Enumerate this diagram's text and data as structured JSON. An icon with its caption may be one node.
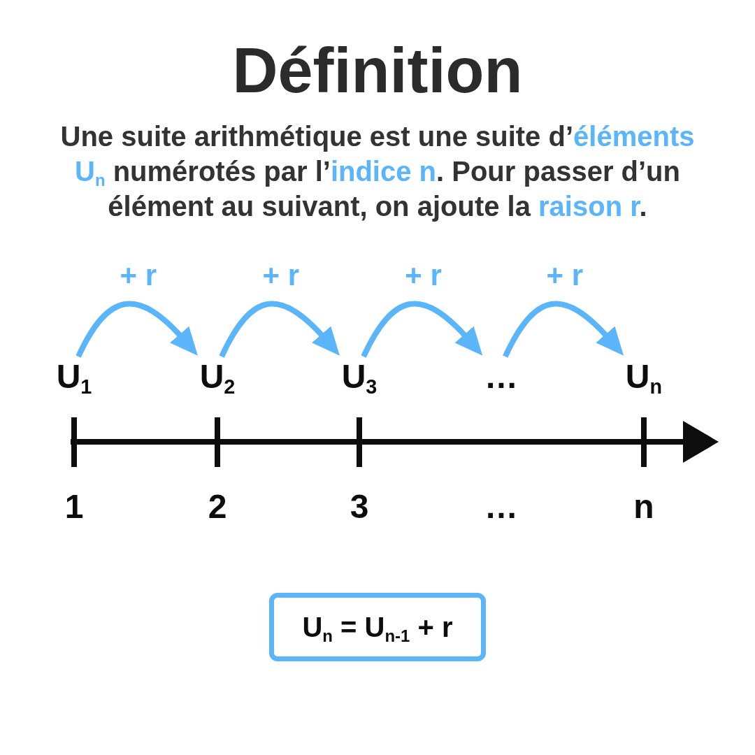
{
  "diagram": {
    "title": "Définition",
    "caption": "Une suite arithmétique est une suite d’**éléments U$_{n}$** numérotés par l’**indice n**. Pour passer d’un élément au suivant, on ajoute la **raison r**.",
    "nodes": [
      {
        "text": [
          "U$_{1}$"
        ]
      },
      {
        "text": [
          "U$_{2}$"
        ]
      },
      {
        "text": [
          "U$_{3}$"
        ]
      },
      {
        "text": [
          "…"
        ]
      },
      {
        "text": [
          "U$_{n}$"
        ]
      },
      {
        "text": [
          "U$_{n}$ = U$_{n-1}$ + r"
        ]
      }
    ],
    "edges": [
      {
        "from": 0,
        "to": 1,
        "arrow": "to",
        "label": "+ r"
      },
      {
        "from": 1,
        "to": 2,
        "arrow": "to",
        "label": "+ r"
      },
      {
        "from": 2,
        "to": 3,
        "arrow": "to",
        "label": "+ r"
      },
      {
        "from": 3,
        "to": 4,
        "arrow": "to",
        "label": "+ r"
      }
    ],
    "labels": [
      "1",
      "2",
      "3",
      "…",
      "n"
    ]
  }
}
